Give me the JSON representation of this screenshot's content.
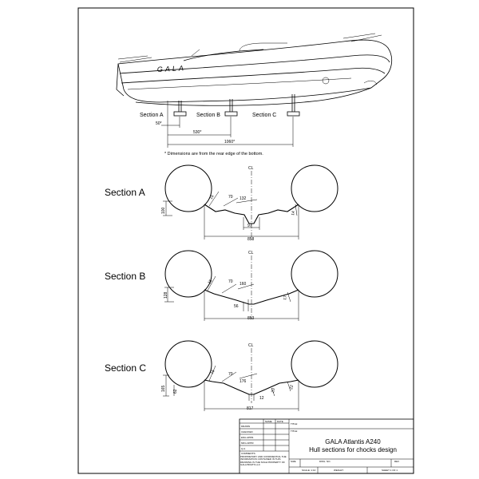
{
  "boat": {
    "brand_logo": "GALA",
    "stand_labels": [
      "Section A",
      "Section B",
      "Section C"
    ],
    "dims": [
      "50*",
      "530*",
      "1060*"
    ],
    "note": "* Dimensions are from the rear edge of the bottom."
  },
  "sections": [
    {
      "title": "Section A",
      "cl": "CL",
      "dims": [
        "15",
        "70",
        "132",
        "97",
        "858",
        "100",
        "14"
      ]
    },
    {
      "title": "Section B",
      "cl": "CL",
      "dims": [
        "15",
        "70",
        "160",
        "56",
        "853",
        "128",
        "17"
      ]
    },
    {
      "title": "Section C",
      "cl": "CL",
      "dims": [
        "15",
        "70",
        "176",
        "12",
        "817",
        "165",
        "62",
        "20",
        "22"
      ]
    }
  ],
  "title_block": {
    "header": [
      "NAME",
      "DATE"
    ],
    "rows": [
      "DRAWN",
      "CHECKED",
      "ENG APPR.",
      "MFG APPR.",
      "Q.A."
    ],
    "comments_label": "COMMENTS:",
    "title_label": "TITLE:",
    "title_lines": [
      "GALA Atlantis A240",
      "Hull sections for chocks design"
    ],
    "proprietary": "PROPRIETARY AND CONFIDENTIAL THE INFORMATION CONTAINED IN THIS DRAWING IS THE SOLE PROPERTY OF GALA BOATS LLC",
    "size_label": "SIZE",
    "dwg_label": "DWG. NO.",
    "rev_label": "REV",
    "scale": "SCALE: 1:10",
    "weight": "WEIGHT:",
    "sheet": "SHEET 1 OF 1"
  }
}
